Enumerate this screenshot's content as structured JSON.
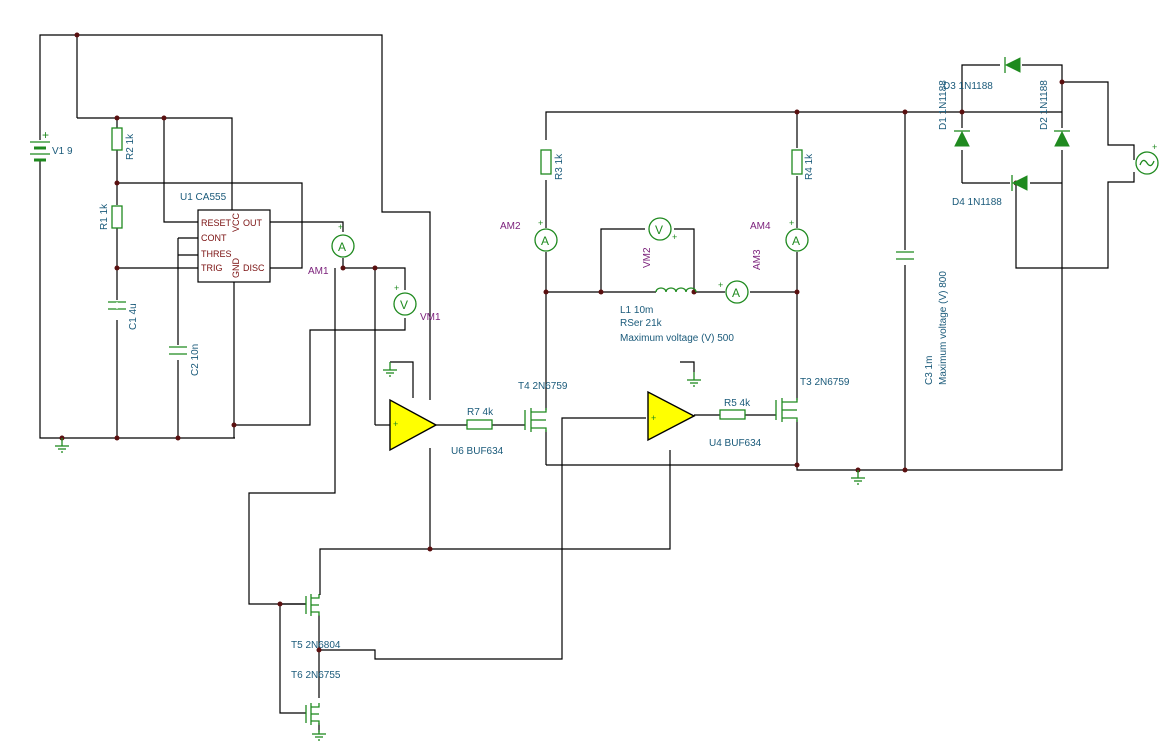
{
  "components": {
    "v1": "V1 9",
    "r2": "R2 1k",
    "r1": "R1 1k",
    "c1": "C1 4u",
    "c2": "C2 10n",
    "u1": "U1 CA555",
    "u1_pins": {
      "reset": "RESET",
      "vcc": "VCC",
      "out": "OUT",
      "cont": "CONT",
      "thres": "THRES",
      "trig": "TRIG",
      "gnd": "GND",
      "disc": "DISC"
    },
    "am1": "AM1",
    "vm1": "VM1",
    "am2": "AM2",
    "am3": "AM3",
    "am4": "AM4",
    "vm2": "VM2",
    "r3": "R3 1k",
    "r4": "R4 1k",
    "r5": "R5 4k",
    "r7": "R7 4k",
    "l1": "L1 10m",
    "l1_rser": "RSer 21k",
    "l1_vmax": "Maximum voltage (V) 500",
    "t3": "T3 2N6759",
    "t4": "T4 2N6759",
    "t5": "T5 2N6804",
    "t6": "T6 2N6755",
    "u4": "U4 BUF634",
    "u6": "U6 BUF634",
    "c3": "C3 1m",
    "c3_vmax": "Maximum voltage (V) 800",
    "d1": "D1 1N1188",
    "d2": "D2 1N1188",
    "d3": "D3 1N1188",
    "d4": "D4 1N1188"
  },
  "symbols": {
    "ammeter": "A",
    "voltmeter": "V",
    "plus": "+",
    "minus": "-"
  },
  "colors": {
    "wire": "#000000",
    "component": "#1f8a1f",
    "buffer_fill": "#ffff00",
    "part_label": "#1a5a7a",
    "meter_label": "#7a1f7a"
  }
}
